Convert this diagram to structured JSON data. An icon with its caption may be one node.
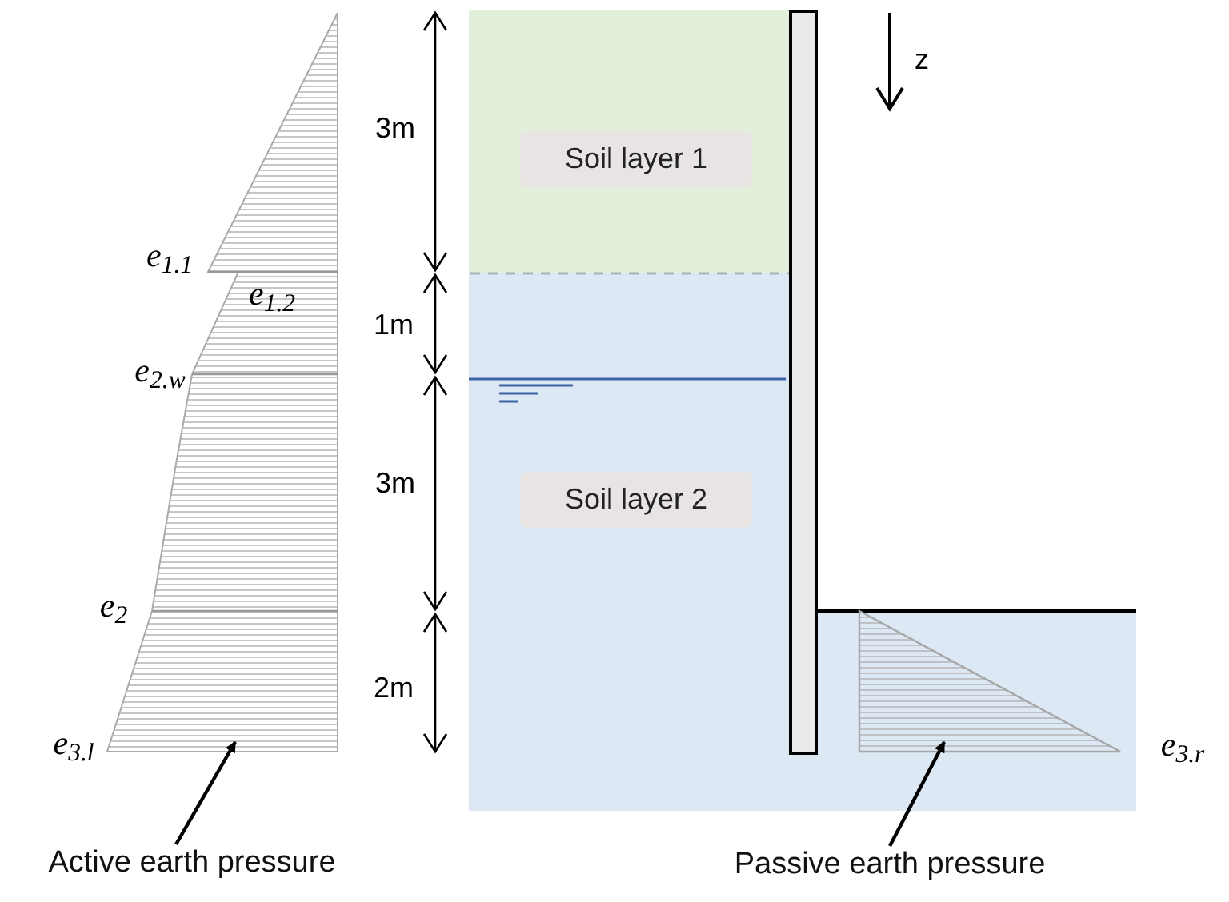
{
  "diagram": {
    "nodes": [
      {
        "text": [
          "Soil layer 1"
        ]
      },
      {
        "text": [
          "Soil layer 2"
        ]
      },
      {
        "text": [
          "Active earth pressure"
        ]
      },
      {
        "text": [],
        "shape": "polygon"
      },
      {
        "text": [
          "Passive earth pressure"
        ]
      },
      {
        "text": [],
        "shape": "triangle"
      },
      {
        "text": [],
        "shape": "bar"
      }
    ],
    "edges": [
      {
        "from": 2,
        "to": 3,
        "arrow": "to"
      },
      {
        "from": 4,
        "to": 5,
        "arrow": "to"
      }
    ],
    "labels": [
      "z",
      "3m",
      "e$_{1.1}$",
      "e$_{1.2}$",
      "1m",
      "e$_{2.w}$",
      "3m",
      "e$_{2}$",
      "2m",
      "e$_{3.l}$",
      "e$_{3.r}$"
    ]
  }
}
